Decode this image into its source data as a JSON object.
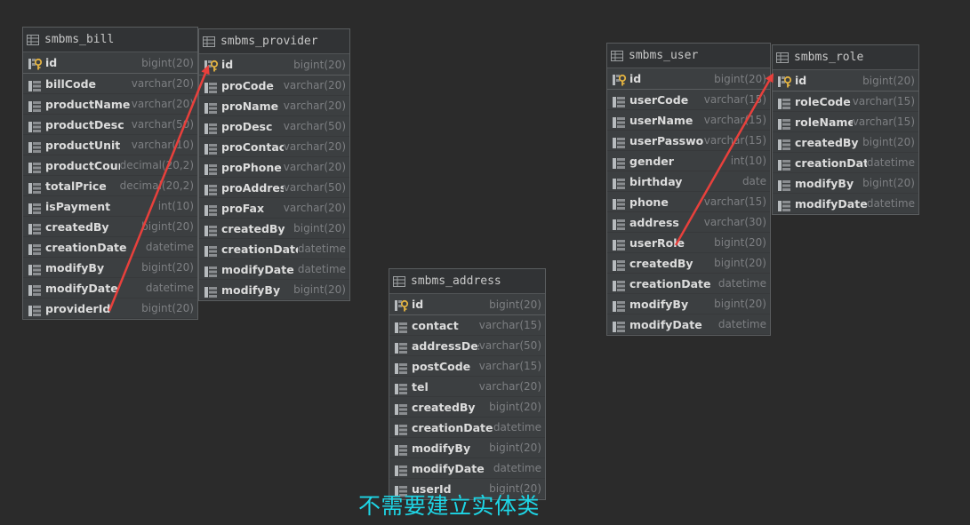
{
  "tables": [
    {
      "name": "smbms_bill",
      "fields": [
        {
          "name": "id",
          "type": "bigint(20)",
          "pk": true
        },
        {
          "name": "billCode",
          "type": "varchar(20)"
        },
        {
          "name": "productName",
          "type": "varchar(20)"
        },
        {
          "name": "productDesc",
          "type": "varchar(50)"
        },
        {
          "name": "productUnit",
          "type": "varchar(10)"
        },
        {
          "name": "productCount",
          "type": "decimal(20,2)"
        },
        {
          "name": "totalPrice",
          "type": "decimal(20,2)"
        },
        {
          "name": "isPayment",
          "type": "int(10)"
        },
        {
          "name": "createdBy",
          "type": "bigint(20)"
        },
        {
          "name": "creationDate",
          "type": "datetime"
        },
        {
          "name": "modifyBy",
          "type": "bigint(20)"
        },
        {
          "name": "modifyDate",
          "type": "datetime"
        },
        {
          "name": "providerId",
          "type": "bigint(20)"
        }
      ]
    },
    {
      "name": "smbms_provider",
      "fields": [
        {
          "name": "id",
          "type": "bigint(20)",
          "pk": true
        },
        {
          "name": "proCode",
          "type": "varchar(20)"
        },
        {
          "name": "proName",
          "type": "varchar(20)"
        },
        {
          "name": "proDesc",
          "type": "varchar(50)"
        },
        {
          "name": "proContact",
          "type": "varchar(20)"
        },
        {
          "name": "proPhone",
          "type": "varchar(20)"
        },
        {
          "name": "proAddress",
          "type": "varchar(50)"
        },
        {
          "name": "proFax",
          "type": "varchar(20)"
        },
        {
          "name": "createdBy",
          "type": "bigint(20)"
        },
        {
          "name": "creationDate",
          "type": "datetime"
        },
        {
          "name": "modifyDate",
          "type": "datetime"
        },
        {
          "name": "modifyBy",
          "type": "bigint(20)"
        }
      ]
    },
    {
      "name": "smbms_address",
      "fields": [
        {
          "name": "id",
          "type": "bigint(20)",
          "pk": true
        },
        {
          "name": "contact",
          "type": "varchar(15)"
        },
        {
          "name": "addressDesc",
          "type": "varchar(50)"
        },
        {
          "name": "postCode",
          "type": "varchar(15)"
        },
        {
          "name": "tel",
          "type": "varchar(20)"
        },
        {
          "name": "createdBy",
          "type": "bigint(20)"
        },
        {
          "name": "creationDate",
          "type": "datetime"
        },
        {
          "name": "modifyBy",
          "type": "bigint(20)"
        },
        {
          "name": "modifyDate",
          "type": "datetime"
        },
        {
          "name": "userId",
          "type": "bigint(20)"
        }
      ]
    },
    {
      "name": "smbms_user",
      "fields": [
        {
          "name": "id",
          "type": "bigint(20)",
          "pk": true
        },
        {
          "name": "userCode",
          "type": "varchar(15)"
        },
        {
          "name": "userName",
          "type": "varchar(15)"
        },
        {
          "name": "userPassword",
          "type": "varchar(15)"
        },
        {
          "name": "gender",
          "type": "int(10)"
        },
        {
          "name": "birthday",
          "type": "date"
        },
        {
          "name": "phone",
          "type": "varchar(15)"
        },
        {
          "name": "address",
          "type": "varchar(30)"
        },
        {
          "name": "userRole",
          "type": "bigint(20)"
        },
        {
          "name": "createdBy",
          "type": "bigint(20)"
        },
        {
          "name": "creationDate",
          "type": "datetime"
        },
        {
          "name": "modifyBy",
          "type": "bigint(20)"
        },
        {
          "name": "modifyDate",
          "type": "datetime"
        }
      ]
    },
    {
      "name": "smbms_role",
      "fields": [
        {
          "name": "id",
          "type": "bigint(20)",
          "pk": true
        },
        {
          "name": "roleCode",
          "type": "varchar(15)"
        },
        {
          "name": "roleName",
          "type": "varchar(15)"
        },
        {
          "name": "createdBy",
          "type": "bigint(20)"
        },
        {
          "name": "creationDate",
          "type": "datetime"
        },
        {
          "name": "modifyBy",
          "type": "bigint(20)"
        },
        {
          "name": "modifyDate",
          "type": "datetime"
        }
      ]
    }
  ],
  "annotations": {
    "caption": "不需要建立实体类",
    "arrow_color": "#e8403c",
    "caption_color": "#1ed6e6"
  }
}
